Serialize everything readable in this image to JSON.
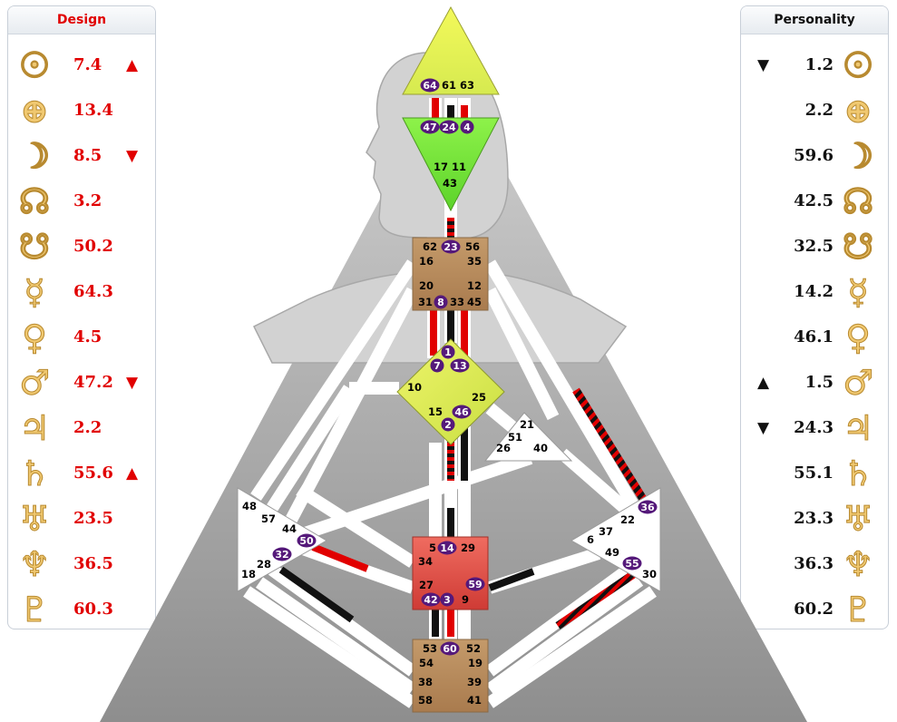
{
  "design_panel": {
    "title": "Design",
    "rows": [
      {
        "icon": "sun-icon",
        "glyph": "☉",
        "value": "7.4",
        "arrow": "▲"
      },
      {
        "icon": "earth-icon",
        "glyph": "⊕",
        "value": "13.4",
        "arrow": ""
      },
      {
        "icon": "moon-icon",
        "glyph": "☽",
        "value": "8.5",
        "arrow": "▼"
      },
      {
        "icon": "north-node-icon",
        "glyph": "☊",
        "value": "3.2",
        "arrow": ""
      },
      {
        "icon": "south-node-icon",
        "glyph": "☋",
        "value": "50.2",
        "arrow": ""
      },
      {
        "icon": "mercury-icon",
        "glyph": "☿",
        "value": "64.3",
        "arrow": ""
      },
      {
        "icon": "venus-icon",
        "glyph": "♀",
        "value": "4.5",
        "arrow": ""
      },
      {
        "icon": "mars-icon",
        "glyph": "♂",
        "value": "47.2",
        "arrow": "▼"
      },
      {
        "icon": "jupiter-icon",
        "glyph": "♃",
        "value": "2.2",
        "arrow": ""
      },
      {
        "icon": "saturn-icon",
        "glyph": "♄",
        "value": "55.6",
        "arrow": "▲"
      },
      {
        "icon": "uranus-icon",
        "glyph": "♅",
        "value": "23.5",
        "arrow": ""
      },
      {
        "icon": "neptune-icon",
        "glyph": "♆",
        "value": "36.5",
        "arrow": ""
      },
      {
        "icon": "pluto-icon",
        "glyph": "♇",
        "value": "60.3",
        "arrow": ""
      }
    ]
  },
  "personality_panel": {
    "title": "Personality",
    "rows": [
      {
        "icon": "sun-icon",
        "glyph": "☉",
        "value": "1.2",
        "arrow": "▼"
      },
      {
        "icon": "earth-icon",
        "glyph": "⊕",
        "value": "2.2",
        "arrow": ""
      },
      {
        "icon": "moon-icon",
        "glyph": "☽",
        "value": "59.6",
        "arrow": ""
      },
      {
        "icon": "north-node-icon",
        "glyph": "☊",
        "value": "42.5",
        "arrow": ""
      },
      {
        "icon": "south-node-icon",
        "glyph": "☋",
        "value": "32.5",
        "arrow": ""
      },
      {
        "icon": "mercury-icon",
        "glyph": "☿",
        "value": "14.2",
        "arrow": ""
      },
      {
        "icon": "venus-icon",
        "glyph": "♀",
        "value": "46.1",
        "arrow": ""
      },
      {
        "icon": "mars-icon",
        "glyph": "♂",
        "value": "1.5",
        "arrow": "▲"
      },
      {
        "icon": "jupiter-icon",
        "glyph": "♃",
        "value": "24.3",
        "arrow": "▼"
      },
      {
        "icon": "saturn-icon",
        "glyph": "♄",
        "value": "55.1",
        "arrow": ""
      },
      {
        "icon": "uranus-icon",
        "glyph": "♅",
        "value": "23.3",
        "arrow": ""
      },
      {
        "icon": "neptune-icon",
        "glyph": "♆",
        "value": "36.3",
        "arrow": ""
      },
      {
        "icon": "pluto-icon",
        "glyph": "♇",
        "value": "60.2",
        "arrow": ""
      }
    ]
  },
  "colors": {
    "design": "#e10000",
    "personality": "#111111",
    "active_gate": "#55197a",
    "head": "#e6f25c",
    "ajna": "#7ee83c",
    "throat": "#b8895a",
    "g": "#dcec50",
    "sacral": "#e34b43",
    "root": "#b8895a",
    "undefined_center": "#ffffff",
    "body": "#b0b0b0"
  },
  "centers": {
    "head": {
      "gates": [
        "64",
        "61",
        "63"
      ]
    },
    "ajna": {
      "gates": [
        "47",
        "24",
        "4",
        "17",
        "11",
        "43"
      ]
    },
    "throat": {
      "gates": [
        "62",
        "23",
        "56",
        "16",
        "35",
        "20",
        "12",
        "31",
        "8",
        "33",
        "45"
      ]
    },
    "g": {
      "gates": [
        "1",
        "7",
        "13",
        "10",
        "25",
        "15",
        "46",
        "2"
      ]
    },
    "heart": {
      "gates": [
        "21",
        "51",
        "26",
        "40"
      ]
    },
    "spleen": {
      "gates": [
        "48",
        "57",
        "44",
        "50",
        "32",
        "28",
        "18"
      ]
    },
    "solar_plexus": {
      "gates": [
        "36",
        "22",
        "37",
        "6",
        "49",
        "55",
        "30"
      ]
    },
    "sacral": {
      "gates": [
        "5",
        "14",
        "29",
        "34",
        "27",
        "59",
        "42",
        "3",
        "9"
      ]
    },
    "root": {
      "gates": [
        "53",
        "60",
        "52",
        "54",
        "19",
        "38",
        "39",
        "58",
        "41"
      ]
    }
  },
  "active_gates": [
    "64",
    "47",
    "24",
    "4",
    "23",
    "8",
    "1",
    "7",
    "13",
    "46",
    "2",
    "50",
    "32",
    "36",
    "55",
    "14",
    "59",
    "42",
    "3",
    "60"
  ]
}
